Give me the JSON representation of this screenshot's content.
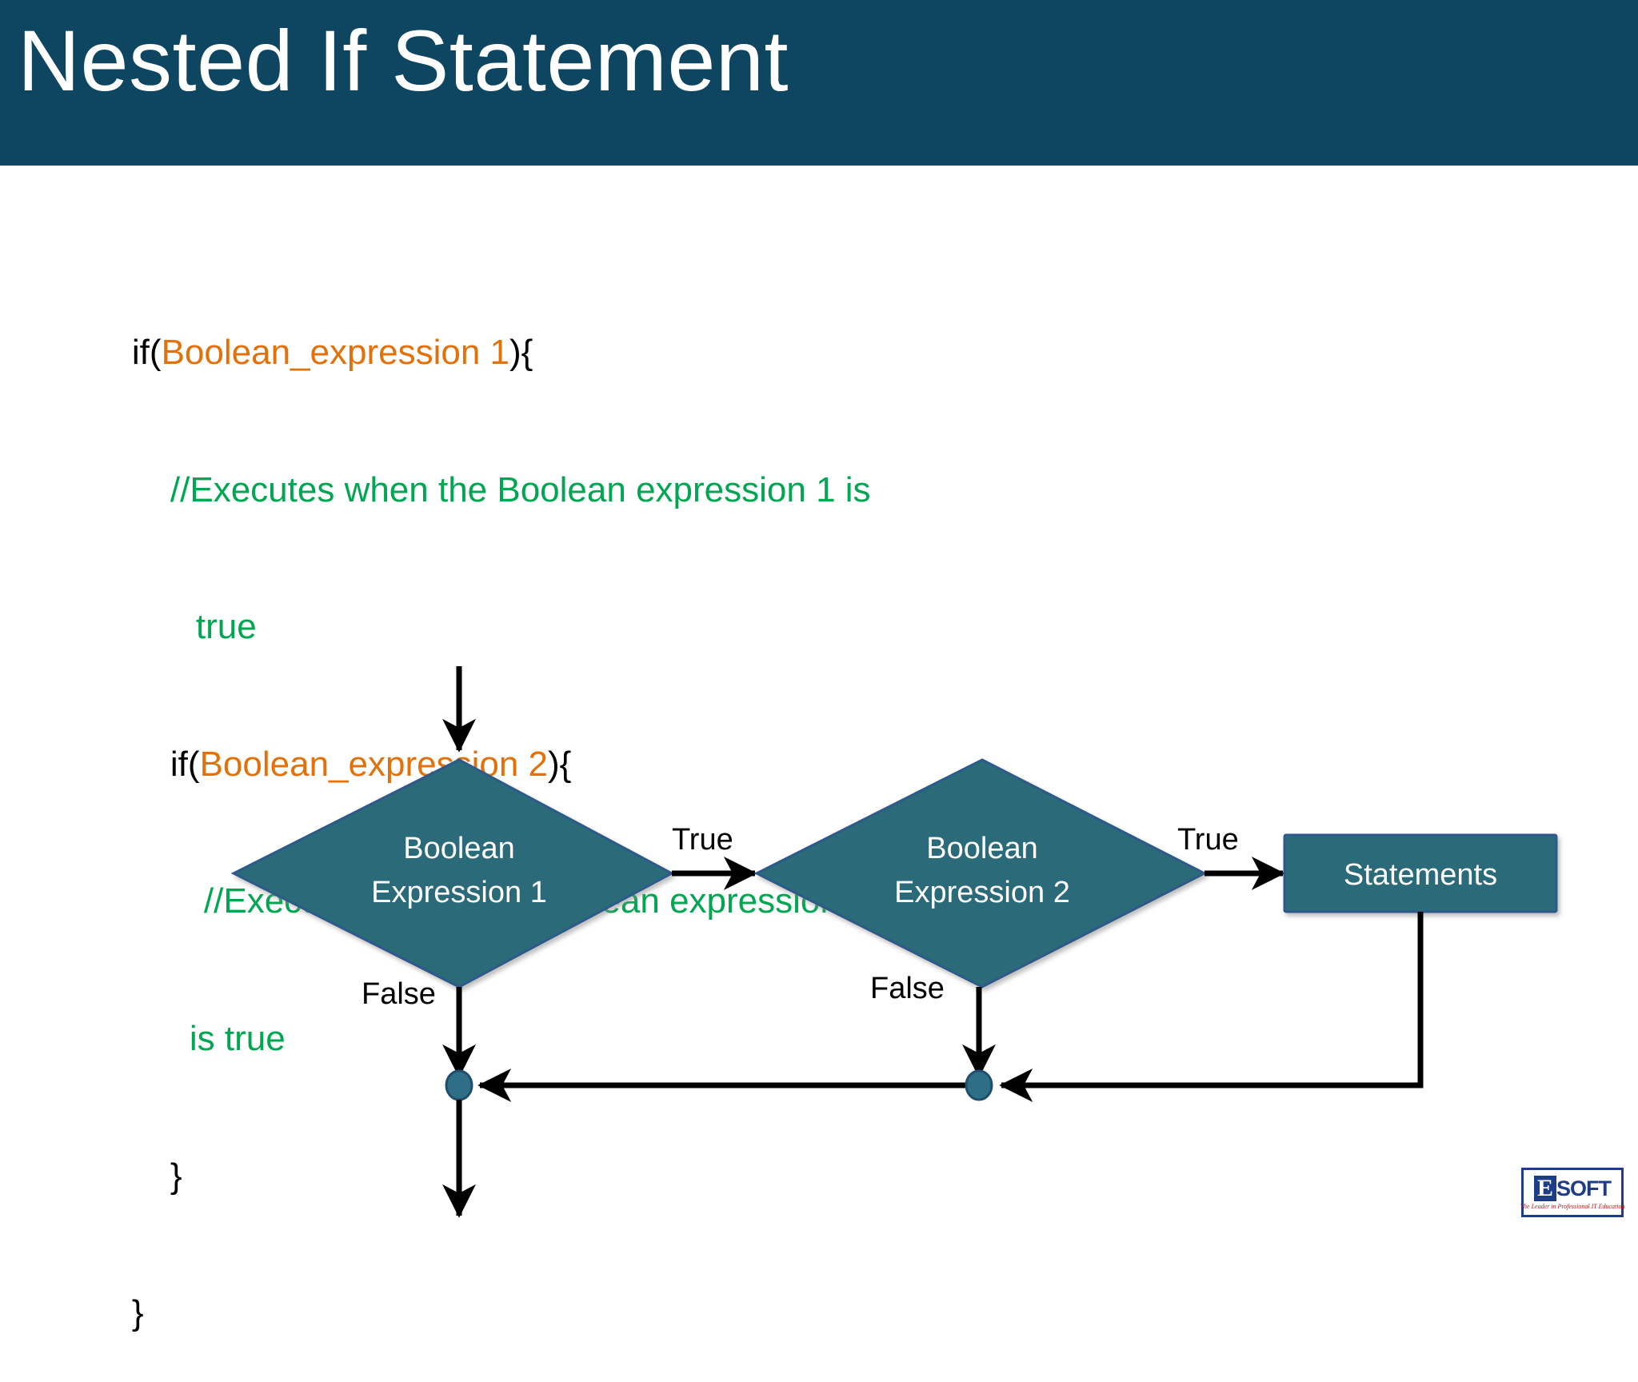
{
  "header": {
    "title": "Nested If Statement",
    "background_color": "#0E4560",
    "text_color": "#ffffff"
  },
  "code": {
    "colors": {
      "keyword": "#000000",
      "expression": "#E2700B",
      "comment": "#00A651"
    },
    "lines": [
      {
        "id": "l1",
        "parts": [
          {
            "text": "if(",
            "role": "keyword"
          },
          {
            "text": "Boolean_expression 1",
            "role": "expression"
          },
          {
            "text": "){",
            "role": "keyword"
          }
        ]
      },
      {
        "id": "l2",
        "parts": [
          {
            "text": "//Executes when the Boolean expression 1 is",
            "role": "comment"
          }
        ]
      },
      {
        "id": "l3",
        "parts": [
          {
            "text": "true",
            "role": "comment"
          }
        ]
      },
      {
        "id": "l4",
        "parts": [
          {
            "text": "if(",
            "role": "keyword"
          },
          {
            "text": "Boolean_expression 2",
            "role": "expression"
          },
          {
            "text": "){",
            "role": "keyword"
          }
        ]
      },
      {
        "id": "l5",
        "parts": [
          {
            "text": "//Executes when the Boolean expression 2",
            "role": "comment"
          }
        ]
      },
      {
        "id": "l6",
        "parts": [
          {
            "text": "is true",
            "role": "comment"
          }
        ]
      },
      {
        "id": "l7",
        "parts": [
          {
            "text": "}",
            "role": "keyword"
          }
        ]
      },
      {
        "id": "l8",
        "parts": [
          {
            "text": "}",
            "role": "keyword"
          }
        ]
      }
    ]
  },
  "flowchart": {
    "colors": {
      "shape_fill": "#2C6B79",
      "shape_border": "#2E5A8A",
      "edge": "#000000",
      "node_text": "#ffffff",
      "junction_dot": "#2E6E86"
    },
    "decision1": {
      "line1": "Boolean",
      "line2": "Expression 1"
    },
    "decision2": {
      "line1": "Boolean",
      "line2": "Expression 2"
    },
    "process": {
      "label": "Statements"
    },
    "edge_labels": {
      "true1": "True",
      "true2": "True",
      "false1": "False",
      "false2": "False"
    }
  },
  "logo": {
    "letter": "E",
    "word": "SOFT",
    "tagline": "The Leader in Professional IT Education"
  }
}
